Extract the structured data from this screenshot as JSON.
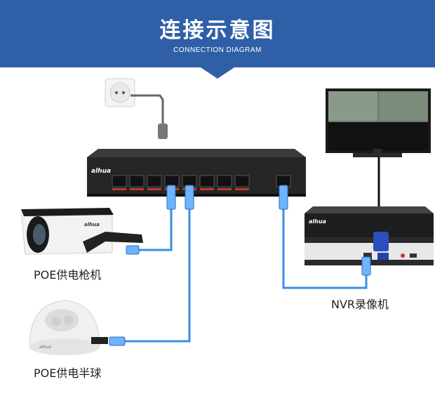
{
  "header": {
    "title": "连接示意图",
    "subtitle": "CONNECTION DIAGRAM"
  },
  "devices": {
    "switch_brand": "alhua",
    "nvr_brand": "alhua",
    "camera_brand": "alhua",
    "dome_brand": "alhua"
  },
  "labels": {
    "bullet_camera": "POE供电枪机",
    "dome_camera": "POE供电半球",
    "nvr": "NVR录像机"
  },
  "colors": {
    "banner": "#2f5fa7",
    "cable": "#3a8fe0"
  }
}
